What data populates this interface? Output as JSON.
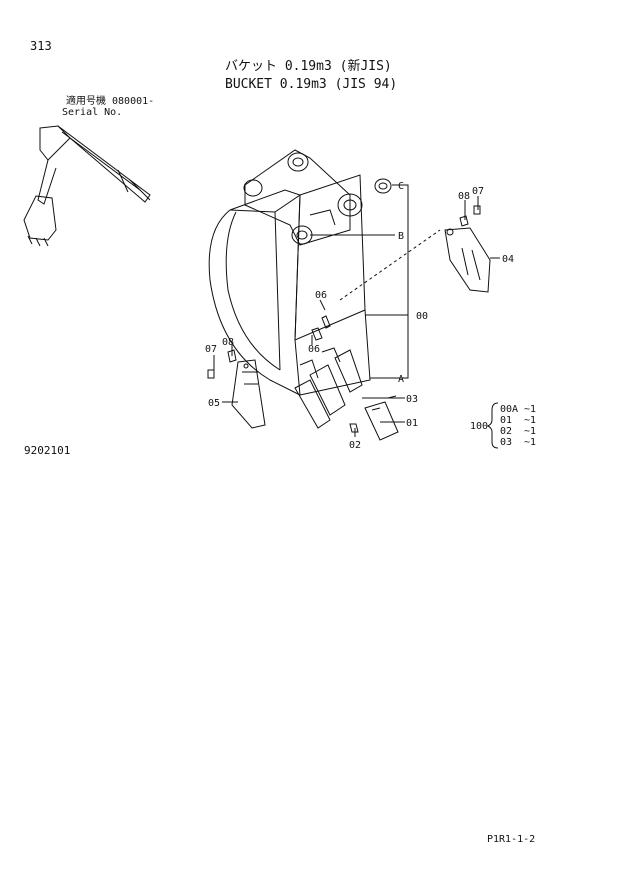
{
  "page_number": "313",
  "title_jp": "バケット 0.19m3 (新JIS)",
  "title_en": "BUCKET 0.19m3 (JIS 94)",
  "serial_label_jp": "適用号機  080001-",
  "serial_label_en": "Serial No.",
  "document_number": "9202101",
  "footer_code": "P1R1-1-2",
  "callouts": {
    "c": "C",
    "b": "B",
    "a": "A",
    "p00": "00",
    "p01": "01",
    "p02": "02",
    "p03": "03",
    "p04": "04",
    "p05": "05",
    "p06a": "06",
    "p06b": "06",
    "p07a": "07",
    "p07b": "07",
    "p08a": "08",
    "p08b": "08"
  },
  "assembly": {
    "parent": "100",
    "items": [
      {
        "part": "00A",
        "qty": "~1"
      },
      {
        "part": "01",
        "qty": "~1"
      },
      {
        "part": "02",
        "qty": "~1"
      },
      {
        "part": "03",
        "qty": "~1"
      }
    ]
  }
}
